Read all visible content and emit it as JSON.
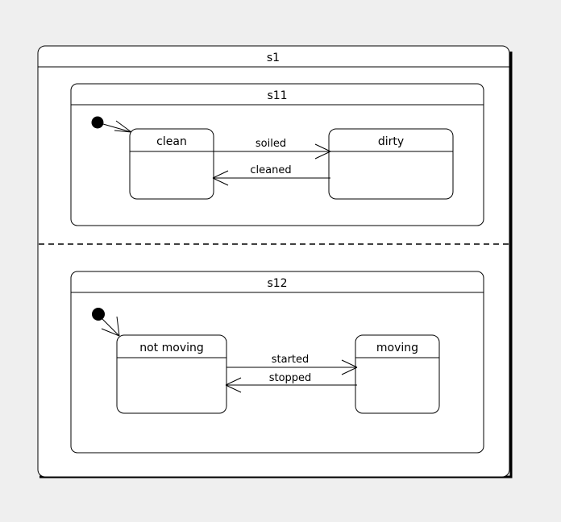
{
  "diagram": {
    "kind": "uml-state-machine-diagram",
    "background_color": "#efefef",
    "line_color": "#000000",
    "fill_color": "#ffffff",
    "root": {
      "name": "s1",
      "regions": [
        {
          "name": "s11",
          "initial_pseudostate": "initial-state-s11",
          "states": [
            {
              "name": "clean"
            },
            {
              "name": "dirty"
            }
          ],
          "transitions": [
            {
              "label": "soiled",
              "from": "clean",
              "to": "dirty"
            },
            {
              "label": "cleaned",
              "from": "dirty",
              "to": "clean"
            },
            {
              "label": "",
              "from": "initial",
              "to": "clean"
            }
          ]
        },
        {
          "name": "s12",
          "initial_pseudostate": "initial-state-s12",
          "states": [
            {
              "name": "not moving"
            },
            {
              "name": "moving"
            }
          ],
          "transitions": [
            {
              "label": "started",
              "from": "not moving",
              "to": "moving"
            },
            {
              "label": "stopped",
              "from": "moving",
              "to": "not moving"
            },
            {
              "label": "",
              "from": "initial",
              "to": "not moving"
            }
          ]
        }
      ]
    }
  }
}
